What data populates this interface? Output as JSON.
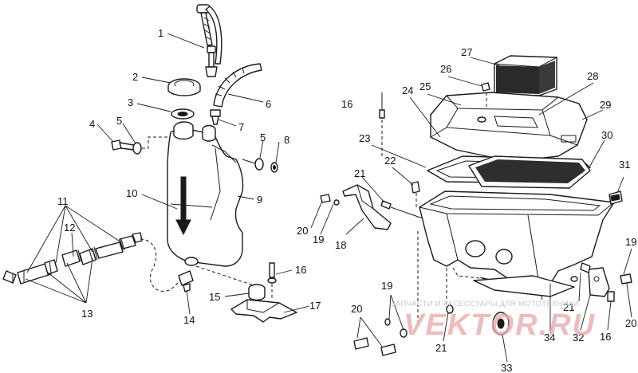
{
  "callouts": [
    "1",
    "2",
    "3",
    "4",
    "5",
    "5",
    "6",
    "7",
    "8",
    "9",
    "10",
    "11",
    "12",
    "13",
    "14",
    "15",
    "16",
    "16",
    "16",
    "17",
    "18",
    "19",
    "19",
    "19",
    "20",
    "20",
    "20",
    "21",
    "21",
    "21",
    "22",
    "23",
    "24",
    "25",
    "26",
    "27",
    "28",
    "29",
    "30",
    "31",
    "32",
    "33",
    "34"
  ],
  "watermark": {
    "top": "ЗАПЧАСТИ И АКСЕССУАРЫ ДЛЯ МОТОТЕХНИКИ",
    "brand": "VEKTOR.RU"
  },
  "colors": {
    "line": "#1a1a1a",
    "watermark": "#e8a6a6"
  }
}
